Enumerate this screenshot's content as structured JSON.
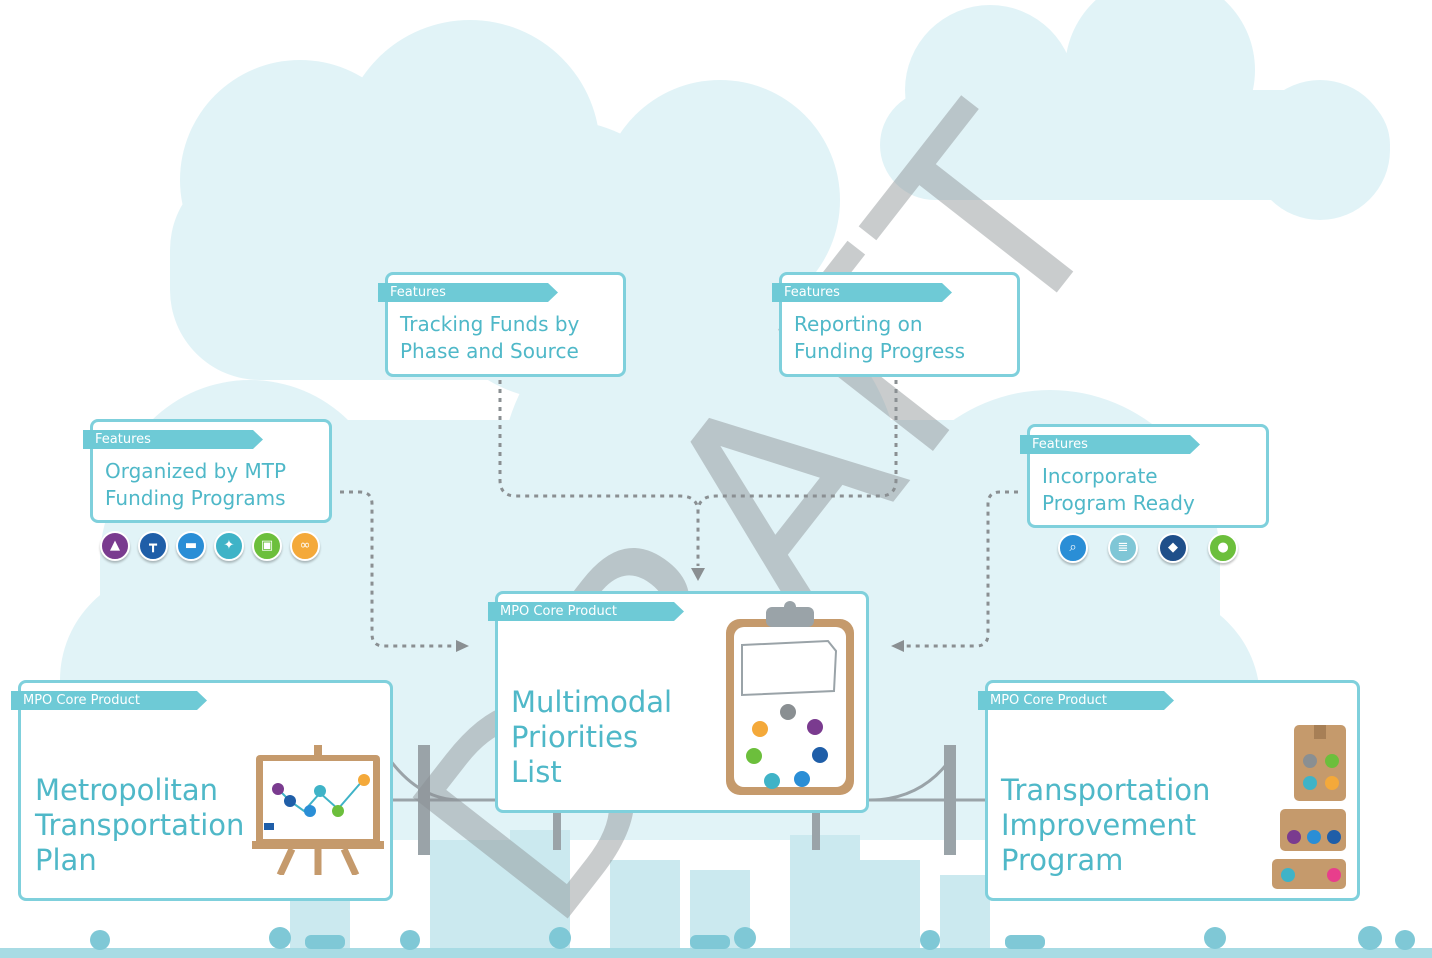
{
  "watermark": "DRAFT",
  "features": [
    {
      "tag": "Features",
      "title": "Tracking Funds by\nPhase and Source"
    },
    {
      "tag": "Features",
      "title": "Reporting on\nFunding Progress"
    },
    {
      "tag": "Features",
      "title": "Organized by MTP\nFunding Programs"
    },
    {
      "tag": "Features",
      "title": "Incorporate\nProgram Ready"
    }
  ],
  "products": [
    {
      "tag": "MPO Core Product",
      "title": "Multimodal\nPriorities\nList"
    },
    {
      "tag": "MPO Core Product",
      "title": "Metropolitan\nTransportation\nPlan"
    },
    {
      "tag": "MPO Core Product",
      "title": "Transportation\nImprovement\nProgram"
    }
  ],
  "mtp_program_icons": [
    {
      "name": "highway-icon",
      "glyph": "▲",
      "color": "#7a3b8f"
    },
    {
      "name": "traffic-signal-icon",
      "glyph": "┳",
      "color": "#1f5ea8"
    },
    {
      "name": "bus-icon",
      "glyph": "▬",
      "color": "#2a8ed6"
    },
    {
      "name": "pedestrian-icon",
      "glyph": "✦",
      "color": "#3fb3c7"
    },
    {
      "name": "rail-icon",
      "glyph": "▣",
      "color": "#6cbf3c"
    },
    {
      "name": "bicycle-icon",
      "glyph": "∞",
      "color": "#f4a93a"
    }
  ],
  "program_ready_icons": [
    {
      "name": "search-icon",
      "glyph": "⌕",
      "color": "#2a8ed6"
    },
    {
      "name": "document-icon",
      "glyph": "≣",
      "color": "#7fc6d6"
    },
    {
      "name": "tag-icon",
      "glyph": "◆",
      "color": "#1f4f8a"
    },
    {
      "name": "people-icon",
      "glyph": "●",
      "color": "#6cbf3c"
    }
  ],
  "colors": {
    "accent": "#4fb8c8",
    "border": "#7fd0dc",
    "tag": "#6ecad6",
    "cloud": "#dff2f6",
    "city": "#bfe5ec"
  }
}
